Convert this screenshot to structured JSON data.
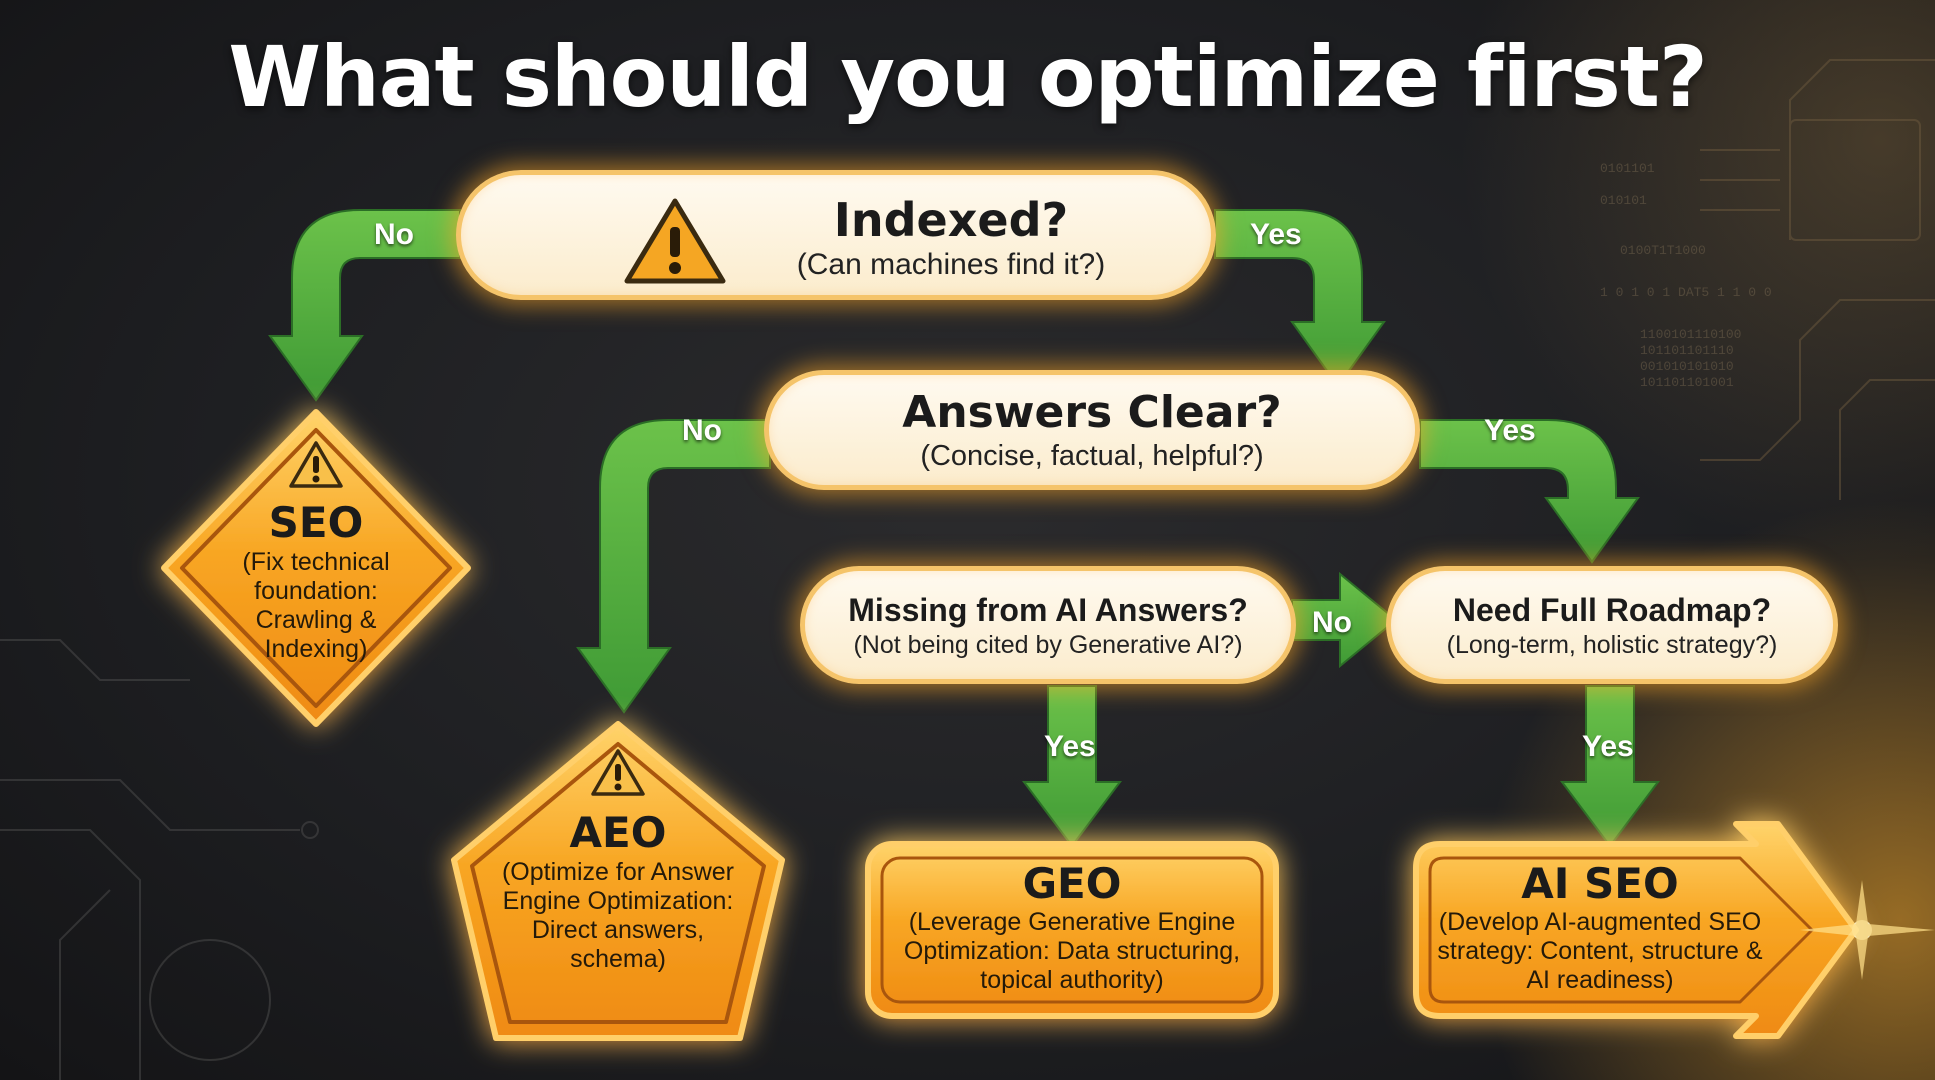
{
  "title": "What should you optimize first?",
  "decisions": {
    "indexed": {
      "heading": "Indexed?",
      "subtitle": "(Can machines find it?)"
    },
    "answers_clear": {
      "heading": "Answers Clear?",
      "subtitle": "(Concise, factual, helpful?)"
    },
    "missing_ai": {
      "heading": "Missing from AI Answers?",
      "subtitle": "(Not being cited by Generative AI?)"
    },
    "full_roadmap": {
      "heading": "Need Full Roadmap?",
      "subtitle": "(Long-term, holistic strategy?)"
    }
  },
  "outcomes": {
    "seo": {
      "heading": "SEO",
      "subtitle": "(Fix technical foundation: Crawling & Indexing)"
    },
    "aeo": {
      "heading": "AEO",
      "subtitle": "(Optimize for Answer Engine Optimization: Direct answers, schema)"
    },
    "geo": {
      "heading": "GEO",
      "subtitle": "(Leverage Generative Engine Optimization: Data structuring, topical authority)"
    },
    "ai_seo": {
      "heading": "AI SEO",
      "subtitle": "(Develop AI-augmented SEO strategy: Content, structure & AI readiness)"
    }
  },
  "edges": {
    "indexed_no": "No",
    "indexed_yes": "Yes",
    "answers_no": "No",
    "answers_yes": "Yes",
    "missing_no": "No",
    "missing_yes": "Yes",
    "roadmap_yes": "Yes"
  },
  "colors": {
    "arrow": "#4caf3f",
    "arrow_dark": "#2f7d2a",
    "outcome_fill": "#f7a21e",
    "outcome_border": "#a0520c",
    "pill_border": "#f5c46a",
    "warning": "#f5a623"
  },
  "icons": [
    "warning-triangle-icon"
  ]
}
